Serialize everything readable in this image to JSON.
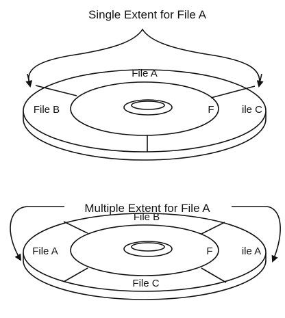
{
  "single": {
    "title": "Single Extent for File A",
    "labels": {
      "top": "File A",
      "left": "File B",
      "right_in": "F",
      "right_out": "ile C"
    }
  },
  "multiple": {
    "title": "Multiple Extent for File A",
    "labels": {
      "top": "File B",
      "left": "File A",
      "right_in": "F",
      "right_out": "ile A",
      "bottom": "File C"
    }
  }
}
